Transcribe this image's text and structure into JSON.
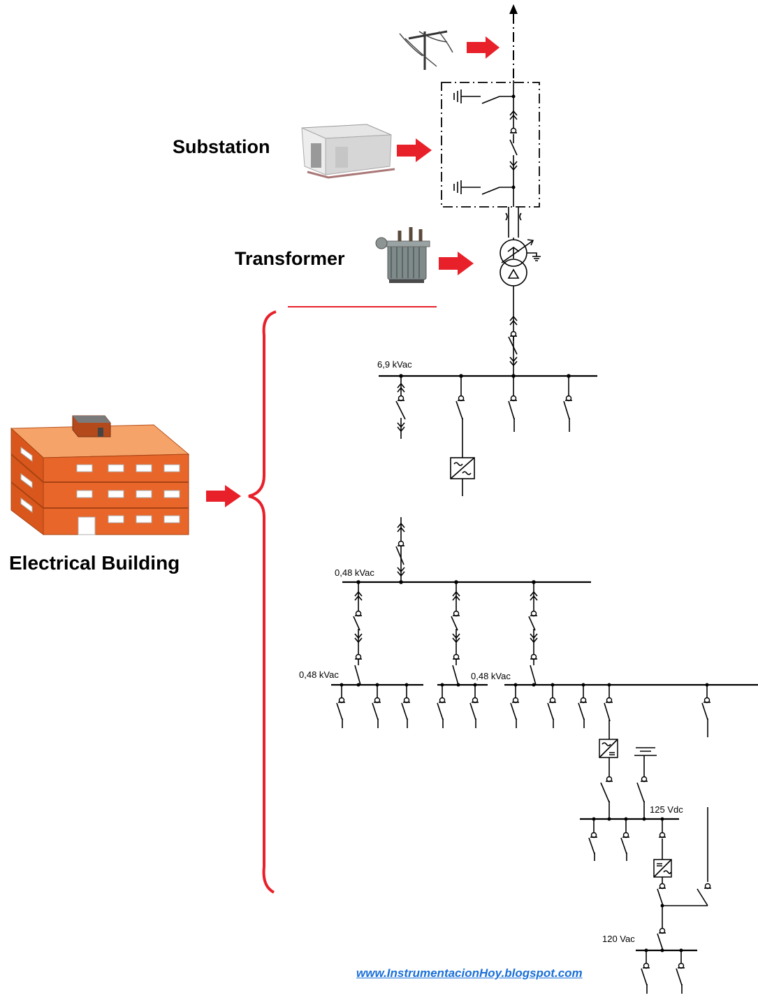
{
  "labels": {
    "substation": "Substation",
    "transformer": "Transformer",
    "building": "Electrical Building"
  },
  "buses": {
    "mv": "6,9 kVac",
    "lv_main": "0,48 kVac",
    "lv_left": "0,48 kVac",
    "lv_right": "0,48 kVac",
    "dc": "125 Vdc",
    "ac_ups": "120 Vac"
  },
  "footer": {
    "url": "www.InstrumentacionHoy.blogspot.com"
  },
  "colors": {
    "arrow": "#e8202a",
    "brace": "#e8202a",
    "building_wall": "#e8662a",
    "building_roof": "#f6a36a",
    "link": "#1a6fd8"
  },
  "icons": [
    "power-pole-icon",
    "substation-building-icon",
    "transformer-icon",
    "building-icon"
  ]
}
